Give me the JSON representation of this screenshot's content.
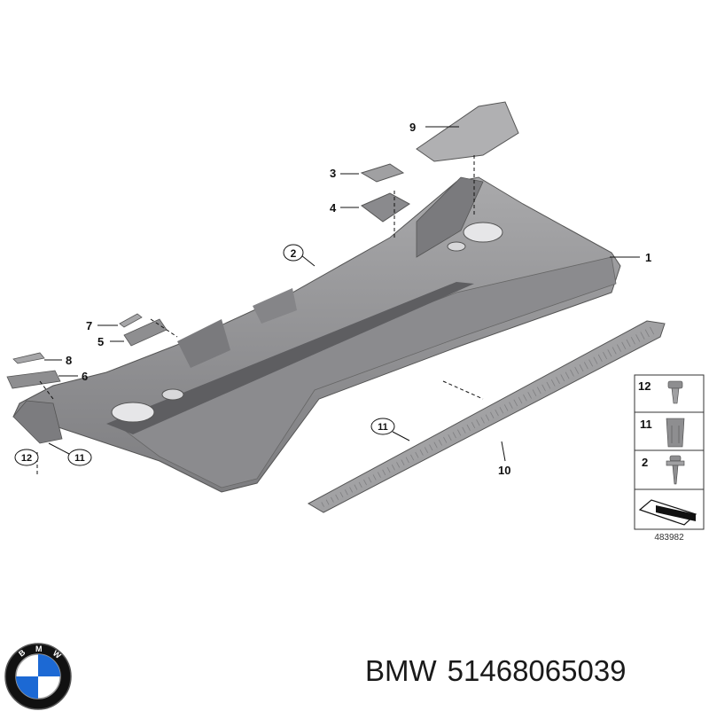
{
  "diagram": {
    "parts": [
      {
        "num": "1"
      },
      {
        "num": "2"
      },
      {
        "num": "3"
      },
      {
        "num": "4"
      },
      {
        "num": "5"
      },
      {
        "num": "6"
      },
      {
        "num": "7"
      },
      {
        "num": "8"
      },
      {
        "num": "9"
      },
      {
        "num": "10"
      },
      {
        "num": "11"
      },
      {
        "num": "12"
      }
    ],
    "circled_labels": [
      "2",
      "11",
      "11",
      "12"
    ],
    "legend": [
      "12",
      "11",
      "2"
    ],
    "catalog_number": "483982"
  },
  "footer": {
    "brand": "BMW",
    "part_number": "51468065039",
    "logo_letters": "BMW"
  },
  "colors": {
    "panel": "#8f8f91",
    "panel_dark": "#6f6f72",
    "panel_light": "#b3b3b5",
    "logo_blue": "#1c69d4",
    "logo_ring": "#111111"
  }
}
